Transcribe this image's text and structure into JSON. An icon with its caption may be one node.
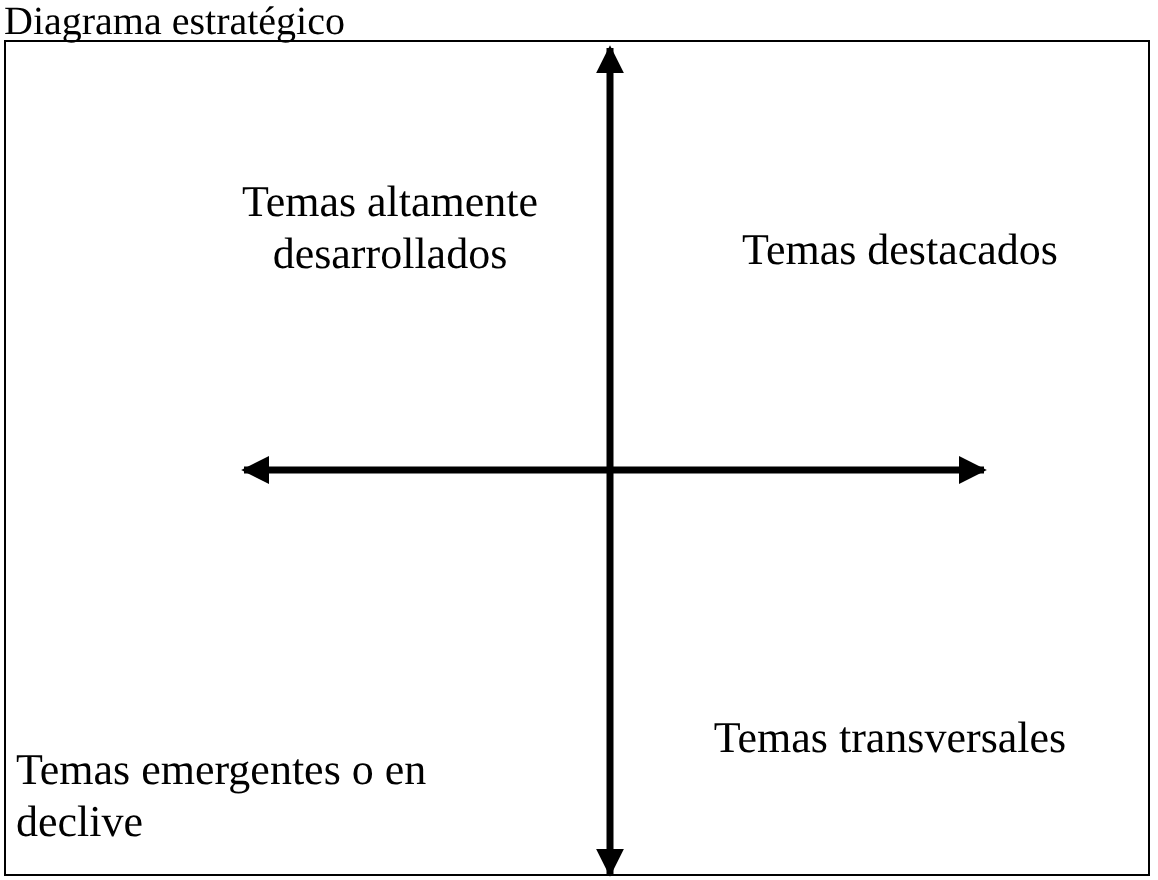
{
  "diagram": {
    "title": "Diagrama estratégico",
    "labels": [
      "Temas altamente desarrollados",
      "Temas destacados",
      "Temas emergentes o en declive",
      "Temas transversales"
    ]
  }
}
